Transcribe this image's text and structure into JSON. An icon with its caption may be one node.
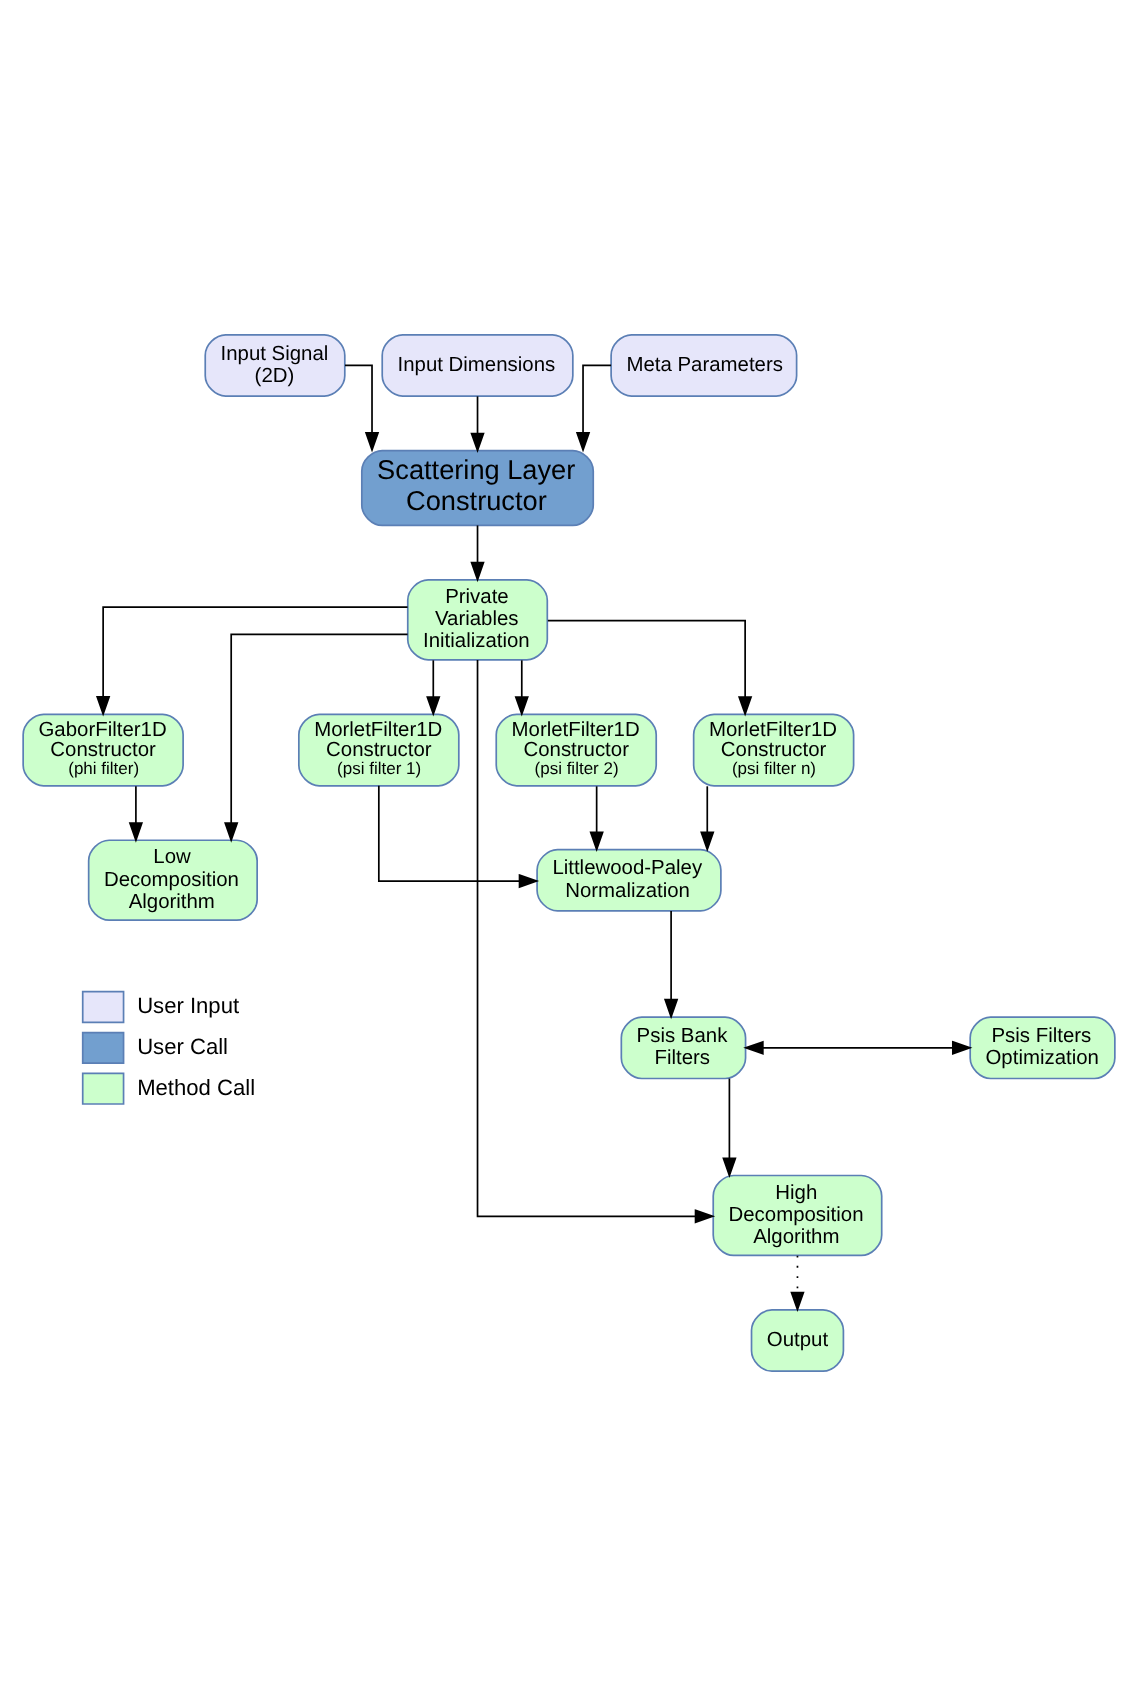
{
  "diagram": {
    "nodes": [
      {
        "text": [
          "Input Signal (2D)"
        ]
      },
      {
        "text": [
          "Input Dimensions"
        ]
      },
      {
        "text": [
          "Meta Parameters"
        ]
      },
      {
        "text": [
          "Scattering Layer Constructor"
        ]
      },
      {
        "text": [
          "Private Variables Initialization"
        ]
      },
      {
        "text": [
          "GaborFilter1D Constructor",
          "(phi filter)"
        ]
      },
      {
        "text": [
          "MorletFilter1D Constructor",
          "(psi filter 1)"
        ]
      },
      {
        "text": [
          "MorletFilter1D Constructor",
          "(psi filter 2)"
        ]
      },
      {
        "text": [
          "MorletFilter1D Constructor",
          "(psi filter n)"
        ]
      },
      {
        "text": [
          "Littlewood-Paley Normalization"
        ]
      },
      {
        "text": [
          "Low Decomposition Algorithm"
        ]
      },
      {
        "text": [
          "Psis Filters Optimization"
        ]
      },
      {
        "text": [
          "Psis Bank Filters"
        ]
      },
      {
        "text": [
          "High Decomposition Algorithm"
        ]
      },
      {
        "text": [
          "Output"
        ]
      }
    ],
    "edges": [
      {
        "from": 0,
        "to": 3,
        "arrow": "to"
      },
      {
        "from": 1,
        "to": 3,
        "arrow": "to"
      },
      {
        "from": 2,
        "to": 3,
        "arrow": "to"
      },
      {
        "from": 3,
        "to": 4,
        "arrow": "to"
      },
      {
        "from": 4,
        "to": 5,
        "arrow": "to"
      },
      {
        "from": 4,
        "to": 6,
        "arrow": "to"
      },
      {
        "from": 4,
        "to": 7,
        "arrow": "to"
      },
      {
        "from": 4,
        "to": 8,
        "arrow": "to"
      },
      {
        "from": 4,
        "to": 10,
        "arrow": "to"
      },
      {
        "from": 4,
        "to": 13,
        "arrow": "to"
      },
      {
        "from": 5,
        "to": 10,
        "arrow": "to"
      },
      {
        "from": 6,
        "to": 9,
        "arrow": "to"
      },
      {
        "from": 7,
        "to": 9,
        "arrow": "to"
      },
      {
        "from": 8,
        "to": 9,
        "arrow": "to"
      },
      {
        "from": 9,
        "to": 12,
        "arrow": "to"
      },
      {
        "from": 11,
        "to": 12,
        "arrow": "both"
      },
      {
        "from": 12,
        "to": 13,
        "arrow": "to"
      },
      {
        "from": 13,
        "to": 14,
        "arrow": "to",
        "style": "dashed"
      }
    ],
    "legend": [
      {
        "text": "User Input",
        "color": "#e6e6fa"
      },
      {
        "text": "User Call",
        "color": "#729fcf"
      },
      {
        "text": "Method Call",
        "color": "#ccffcc"
      }
    ]
  }
}
